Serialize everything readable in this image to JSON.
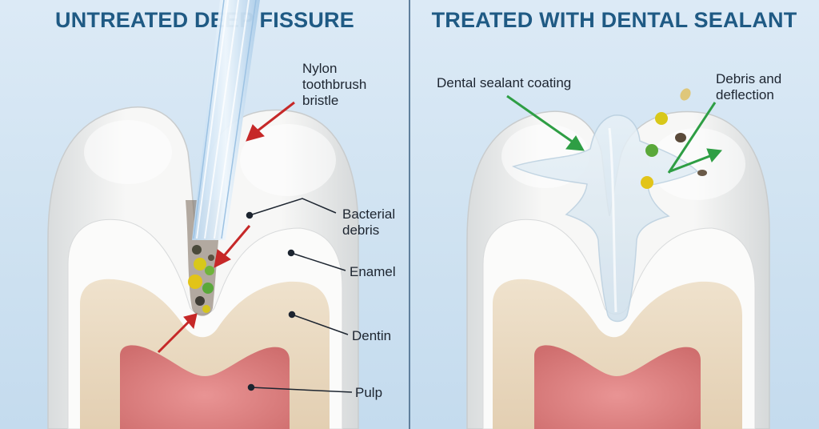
{
  "left_panel": {
    "title": "UNTREATED DEEP FISSURE",
    "labels": {
      "bristle_line1": "Nylon",
      "bristle_line2": "toothbrush",
      "bristle_line3": "bristle",
      "debris_line1": "Bacterial",
      "debris_line2": "debris",
      "enamel": "Enamel",
      "dentin": "Dentin",
      "pulp": "Pulp"
    }
  },
  "right_panel": {
    "title": "TREATED WITH DENTAL SEALANT",
    "labels": {
      "sealant": "Dental sealant coating",
      "deflect_line1": "Debris and",
      "deflect_line2": "deflection"
    }
  },
  "colors": {
    "title": "#1f5a84",
    "red_arrow": "#c62828",
    "green_arrow": "#2e9e44",
    "enamel": "#f3f4f4",
    "dentin": "#ecdcc4",
    "pulp": "#dc8080",
    "background": "#d3e5f3"
  }
}
